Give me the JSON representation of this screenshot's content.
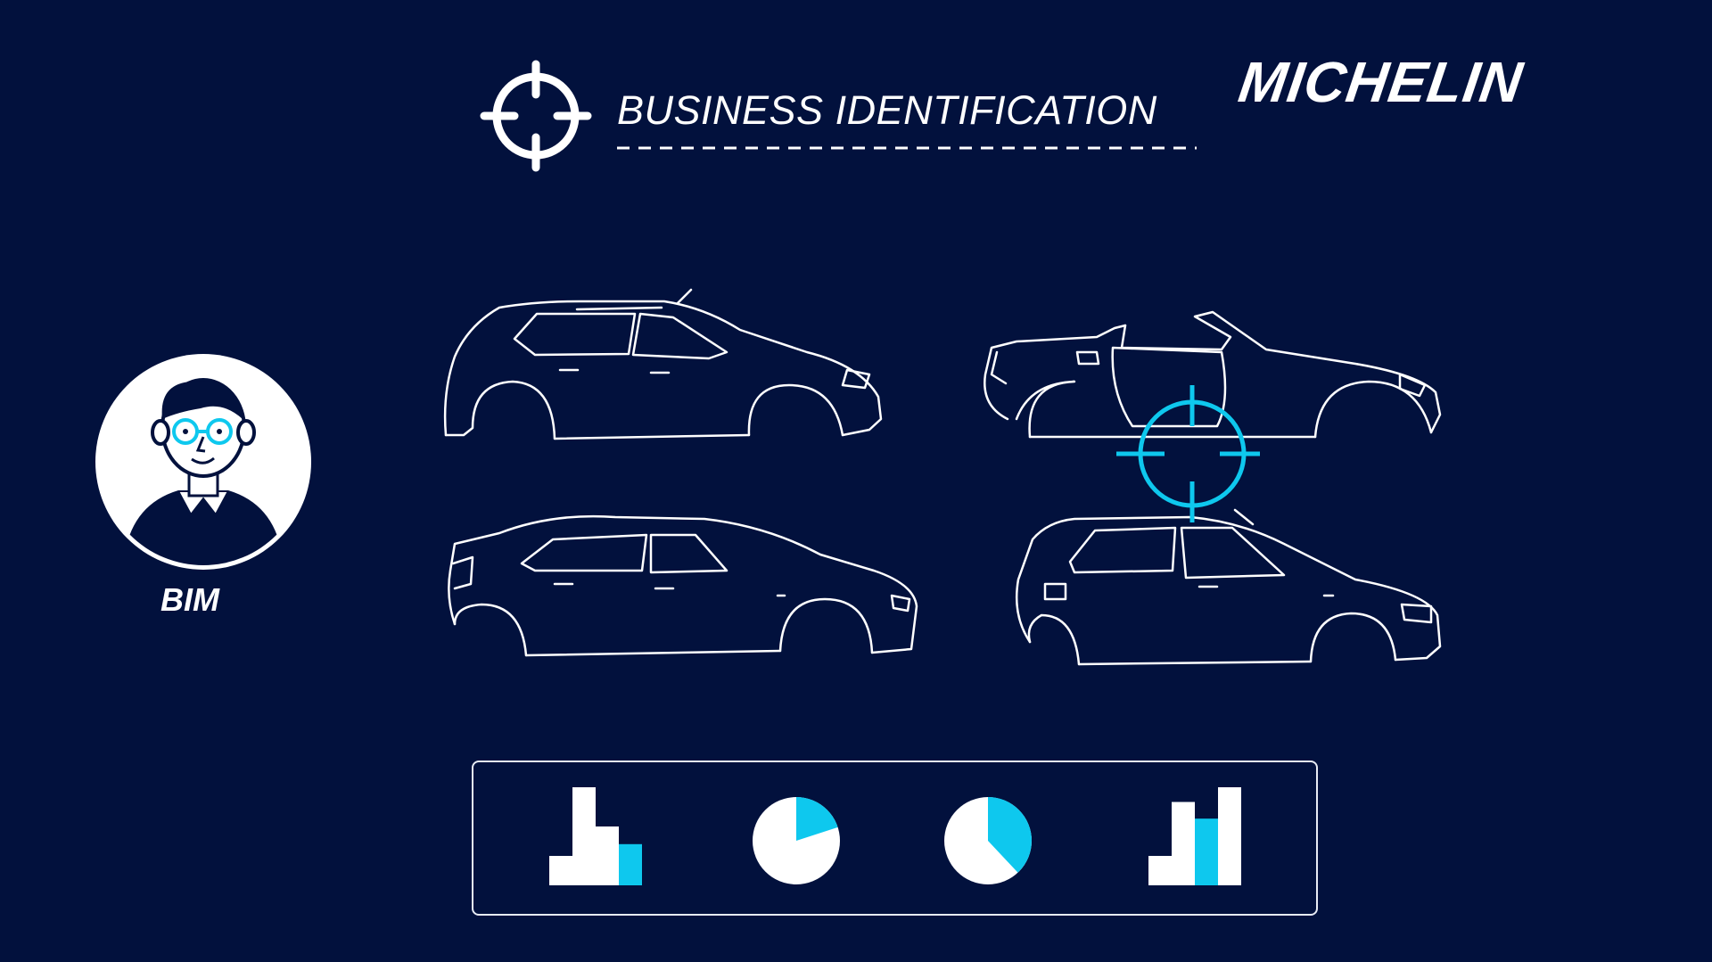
{
  "header": {
    "title": "BUSINESS IDENTIFICATION",
    "target_icon": "crosshair-icon"
  },
  "brand": {
    "name": "MICHELIN"
  },
  "person": {
    "label": "BIM",
    "icon": "person-avatar"
  },
  "cars": [
    {
      "name": "suv",
      "icon": "suv-outline"
    },
    {
      "name": "convertible",
      "icon": "convertible-outline"
    },
    {
      "name": "hatchback",
      "icon": "hatchback-outline"
    },
    {
      "name": "compact",
      "icon": "compact-car-outline"
    }
  ],
  "stats_panel": {
    "items": [
      {
        "type": "bar",
        "values": [
          0.3,
          1.0,
          0.6,
          0.42
        ],
        "highlight_index": 3
      },
      {
        "type": "pie",
        "highlight_fraction": 0.2
      },
      {
        "type": "pie",
        "highlight_fraction": 0.38
      },
      {
        "type": "bar",
        "values": [
          0.3,
          0.85,
          0.68,
          1.0
        ],
        "highlight_index": 2
      }
    ]
  },
  "colors": {
    "background": "#02113d",
    "accent": "#0ec8ee",
    "foreground": "#ffffff"
  }
}
